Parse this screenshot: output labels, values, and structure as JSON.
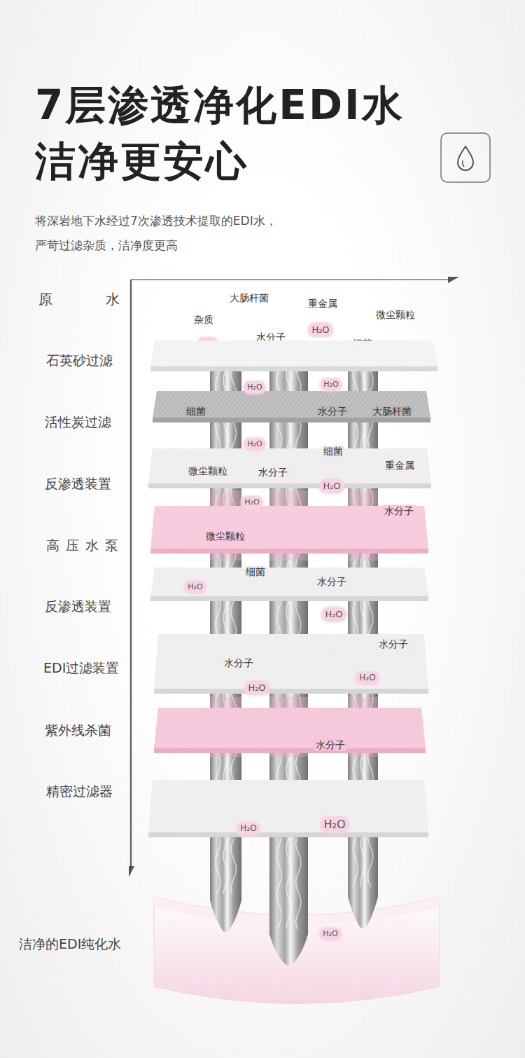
{
  "diagram": {
    "title": "7层渗透净化EDI水 洁净更安心",
    "nodes": [
      {
        "text": [
          "石英砂过滤"
        ]
      },
      {
        "text": [
          "活性炭过滤",
          "H₂O",
          "H₂O",
          "细菌",
          "水分子",
          "大肠杆菌"
        ]
      },
      {
        "text": [
          "反渗透装置",
          "H₂O",
          "细菌",
          "微尘颗粒",
          "水分子",
          "重金属",
          "H₂O"
        ]
      },
      {
        "text": [
          "高压水泵",
          "H₂O",
          "水分子",
          "微尘颗粒"
        ]
      },
      {
        "text": [
          "反渗透装置",
          "细菌",
          "水分子",
          "H₂O",
          "H₂O"
        ]
      },
      {
        "text": [
          "EDI过滤装置",
          "水分子",
          "水分子",
          "H₂O",
          "H₂O"
        ]
      },
      {
        "text": [
          "紫外线杀菌",
          "水分子"
        ]
      },
      {
        "text": [
          "精密过滤器",
          "H₂O",
          "H₂O"
        ]
      },
      {
        "text": [
          "洁净的EDI纯化水",
          "H₂O"
        ]
      }
    ],
    "labels": [
      "将深岩地下水经过7次渗透技术提取的EDI水， 严苛过滤杂质，洁净度更高",
      "原水",
      "大肠杆菌",
      "重金属",
      "微尘颗粒",
      "杂质",
      "H₂O",
      "水分子",
      "H₂O",
      "细菌"
    ]
  }
}
